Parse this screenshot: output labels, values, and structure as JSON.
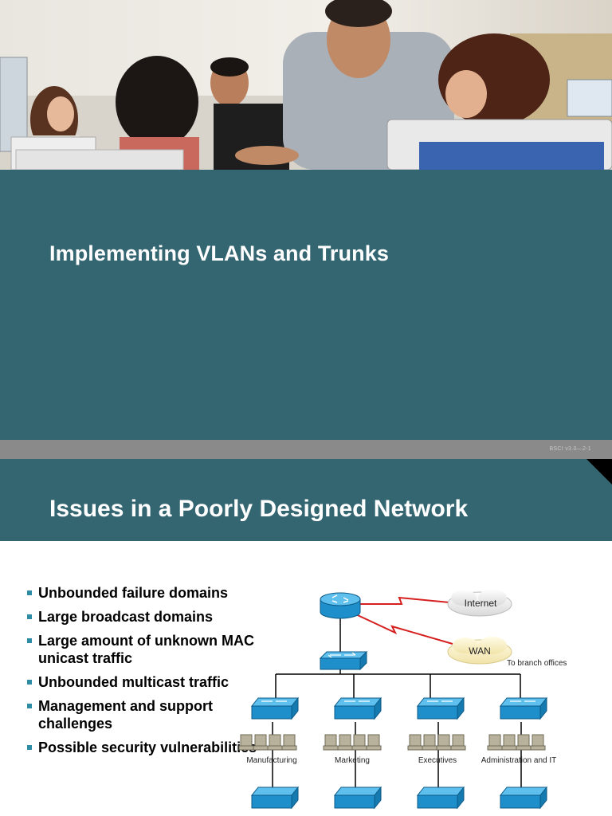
{
  "slide1": {
    "title": "Implementing VLANs and Trunks",
    "footer": "BSCI v3.0—2-1"
  },
  "slide2": {
    "title": "Issues in a Poorly Designed Network",
    "bullets": [
      "Unbounded failure domains",
      "Large broadcast domains",
      "Large amount of unknown MAC unicast traffic",
      "Unbounded multicast traffic",
      "Management and support challenges",
      "Possible security vulnerabilities"
    ],
    "diagram": {
      "internet_label": "Internet",
      "wan_label": "WAN",
      "branch_label": "To branch offices",
      "departments": [
        "Manufacturing",
        "Marketing",
        "Executives",
        "Administration and IT"
      ]
    }
  },
  "colors": {
    "teal": "#346672",
    "footer_gray": "#8a8a8a",
    "bullet": "#2f8ca7",
    "device_blue": "#1e8fcb",
    "wan_link": "#d62020"
  }
}
